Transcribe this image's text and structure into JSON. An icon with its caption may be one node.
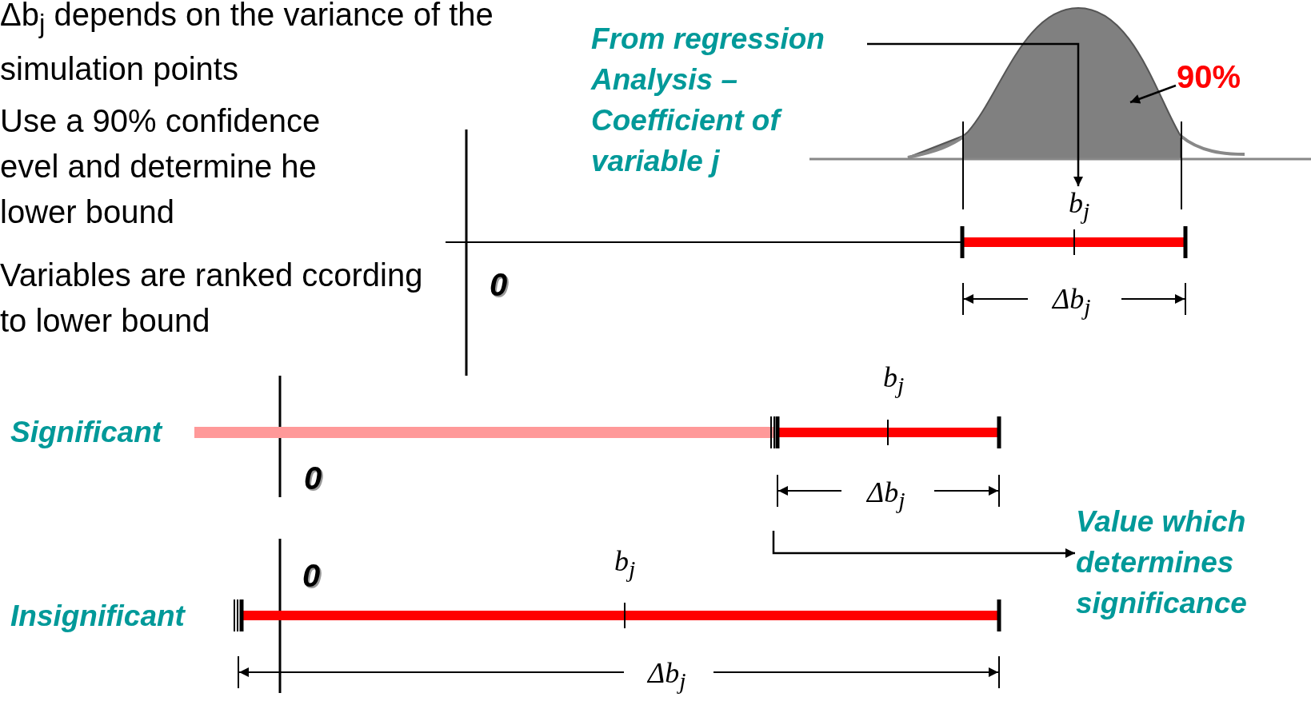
{
  "diagram": {
    "nodes": [
      {
        "text": [
          "From regression Analysis – Coefficient of variable j"
        ]
      },
      {
        "text": [
          "90%"
        ]
      },
      {
        "text": [
          "Value which determines significance"
        ]
      },
      {
        "text": [
          "b$_{j}$"
        ]
      },
      {
        "text": [],
        "shape": "picture"
      }
    ],
    "edges": [
      {
        "from": 0,
        "to": 3,
        "arrow": "to"
      },
      {
        "from": 1,
        "to": 4,
        "arrow": "to"
      },
      {
        "from": null,
        "to": 2,
        "arrow": "to"
      }
    ],
    "labels": [
      "Δb$_{j}$ depends on the variance of the simulation points",
      "Use a 90% confidence evel and determine he lower bound",
      "Variables are ranked ccording to lower bound",
      "0",
      "Δb$_{j}$",
      "b$_{j}$",
      "Significant",
      "0",
      "Δb$_{j}$",
      "b$_{j}$",
      "0",
      "Insignificant",
      "Δb$_{j}$"
    ]
  }
}
